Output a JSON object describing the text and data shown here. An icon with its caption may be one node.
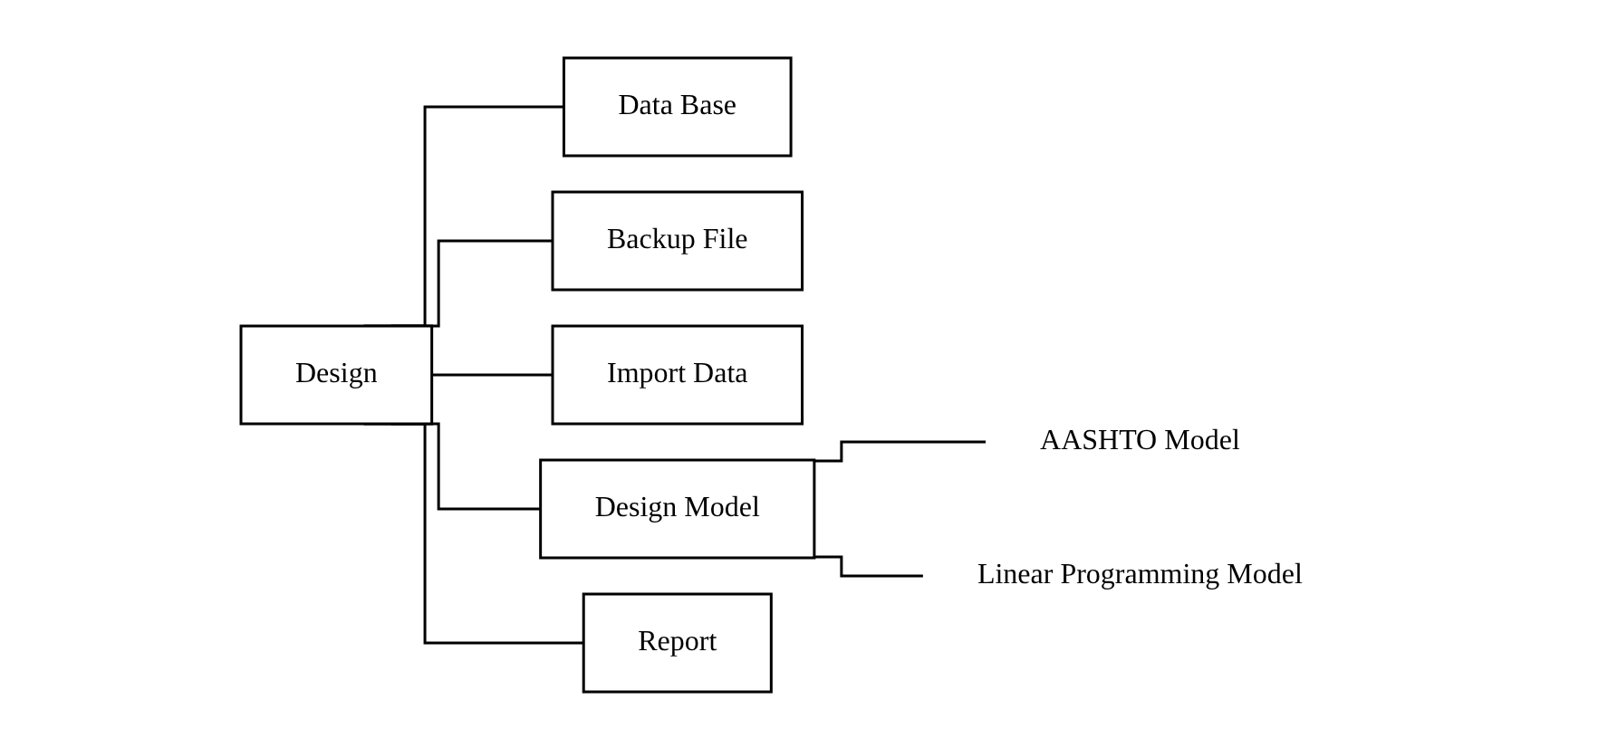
{
  "diagram": {
    "nodes": [
      {
        "text": [
          "Design"
        ]
      },
      {
        "text": [
          "Data Base"
        ]
      },
      {
        "text": [
          "Backup File"
        ]
      },
      {
        "text": [
          "Import Data"
        ]
      },
      {
        "text": [
          "Design Model"
        ]
      },
      {
        "text": [
          "Report"
        ]
      },
      {
        "text": [
          "AASHTO Model"
        ]
      },
      {
        "text": [
          "Linear Programming Model"
        ]
      }
    ],
    "edges": [
      {
        "from": 0,
        "to": 1,
        "arrow": "none"
      },
      {
        "from": 0,
        "to": 2,
        "arrow": "none"
      },
      {
        "from": 0,
        "to": 3,
        "arrow": "none"
      },
      {
        "from": 0,
        "to": 4,
        "arrow": "none"
      },
      {
        "from": 0,
        "to": 5,
        "arrow": "none"
      },
      {
        "from": 4,
        "to": 6,
        "arrow": "none"
      },
      {
        "from": 4,
        "to": 7,
        "arrow": "none"
      }
    ]
  }
}
